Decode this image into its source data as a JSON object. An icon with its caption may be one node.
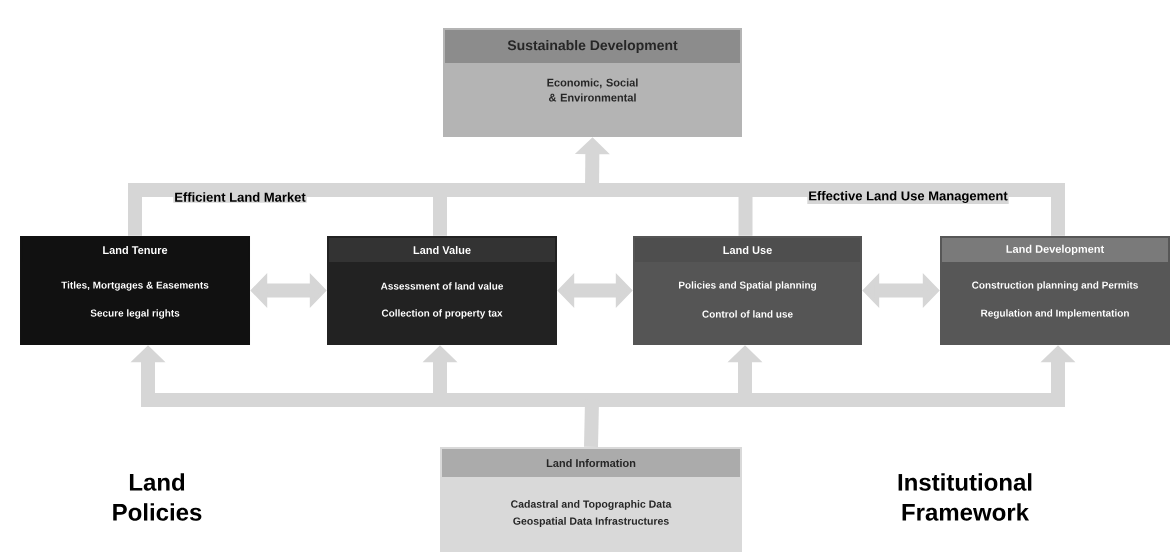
{
  "diagram": {
    "nodes": [
      {
        "text": [
          "Sustainable Development",
          "Economic, Social & Environmental"
        ]
      },
      {
        "text": [
          "Land Tenure",
          "Titles, Mortgages & Easements",
          "Secure legal rights"
        ]
      },
      {
        "text": [
          "Land Value",
          "Assessment of land value",
          "Collection of property tax"
        ]
      },
      {
        "text": [
          "Land Use",
          "Policies and Spatial planning",
          "Control of land use"
        ]
      },
      {
        "text": [
          "Land Development",
          "Construction planning and Permits",
          "Regulation and Implementation"
        ]
      },
      {
        "text": [
          "Land Information",
          "Cadastral and Topographic Data",
          "Geospatial Data Infrastructures"
        ]
      }
    ],
    "edges": [
      {
        "from": 1,
        "to": 0,
        "arrow": "to"
      },
      {
        "from": 2,
        "to": 0,
        "arrow": "to"
      },
      {
        "from": 3,
        "to": 0,
        "arrow": "to"
      },
      {
        "from": 4,
        "to": 0,
        "arrow": "to"
      },
      {
        "from": 1,
        "to": 2,
        "arrow": "both"
      },
      {
        "from": 2,
        "to": 3,
        "arrow": "both"
      },
      {
        "from": 3,
        "to": 4,
        "arrow": "both"
      },
      {
        "from": 5,
        "to": 1,
        "arrow": "to"
      },
      {
        "from": 5,
        "to": 2,
        "arrow": "to"
      },
      {
        "from": 5,
        "to": 3,
        "arrow": "to"
      },
      {
        "from": 5,
        "to": 4,
        "arrow": "to"
      }
    ],
    "labels": [
      "Efficient Land Market",
      "Effective Land Use Management",
      "Land Policies",
      "Institutional Framework"
    ]
  }
}
